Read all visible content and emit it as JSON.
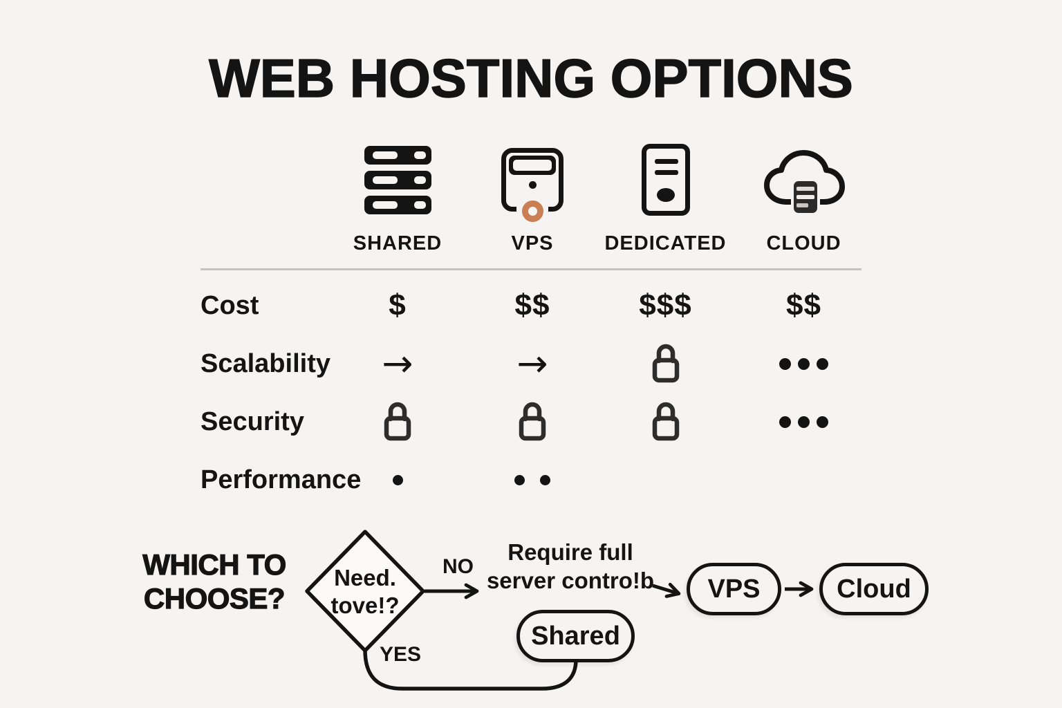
{
  "title": "WEB HOSTING OPTIONS",
  "table": {
    "columns": [
      {
        "label": "SHARED",
        "icon": "shared-hosting-stack-icon"
      },
      {
        "label": "VPS",
        "icon": "vps-server-icon"
      },
      {
        "label": "DEDICATED",
        "icon": "dedicated-server-tower-icon"
      },
      {
        "label": "CLOUD",
        "icon": "cloud-hosting-icon"
      }
    ],
    "rows": [
      {
        "label": "Cost",
        "cells": [
          {
            "type": "text",
            "value": "$"
          },
          {
            "type": "text",
            "value": "$$"
          },
          {
            "type": "text",
            "value": "$$$"
          },
          {
            "type": "text",
            "value": "$$"
          }
        ]
      },
      {
        "label": "Scalability",
        "cells": [
          {
            "type": "arrow-right-icon"
          },
          {
            "type": "arrow-right-icon"
          },
          {
            "type": "lock-icon"
          },
          {
            "type": "dots-icon",
            "count": 3
          }
        ]
      },
      {
        "label": "Security",
        "cells": [
          {
            "type": "lock-icon"
          },
          {
            "type": "lock-icon"
          },
          {
            "type": "lock-icon"
          },
          {
            "type": "dots-icon",
            "count": 3
          }
        ]
      },
      {
        "label": "Performance",
        "cells": [
          {
            "type": "dots-icon",
            "count": 1,
            "size": "small"
          },
          {
            "type": "dots-icon",
            "count": 2,
            "size": "small"
          },
          {
            "type": "empty"
          },
          {
            "type": "empty"
          }
        ]
      }
    ]
  },
  "flowchart": {
    "heading": {
      "line1": "WHICH TO",
      "line2": "CHOOSE?"
    },
    "decision": {
      "line1": "Need.",
      "line2": "tove!?"
    },
    "labels": {
      "no": "NO",
      "yes": "YES"
    },
    "no_branch": {
      "line1": "Require full",
      "line2": "server contro!b"
    },
    "nodes": {
      "vps": "VPS",
      "cloud": "Cloud",
      "shared": "Shared"
    }
  },
  "colors": {
    "background": "#f5f4f2",
    "ink": "#141414",
    "divider": "#c5c4c2",
    "accent_orange": "#c97e53",
    "lock_gray": "#2d2d2d"
  }
}
